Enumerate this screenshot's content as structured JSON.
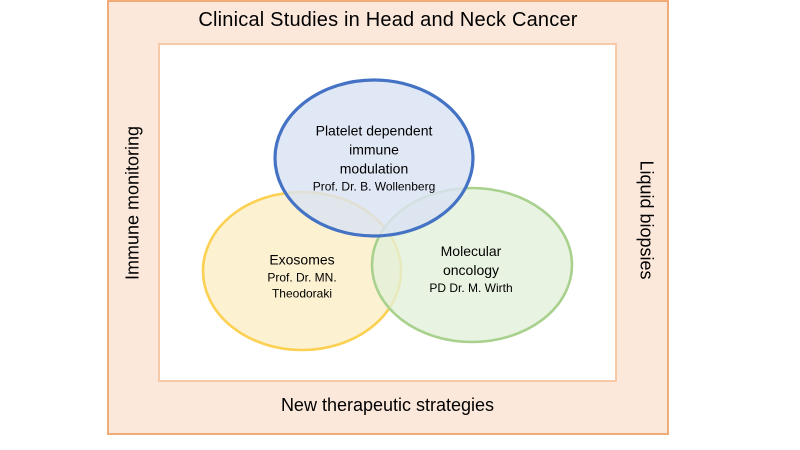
{
  "slide": {
    "title": "Clinical Studies in Head and Neck Cancer",
    "frame_fill": "#fbe8db",
    "frame_border": "#f1ab77",
    "inner_border": "#f7c9a6"
  },
  "axis_labels": {
    "left": "Immune monitoring",
    "right": "Liquid biopsies",
    "bottom": "New therapeutic strategies"
  },
  "ellipses": [
    {
      "key": "platelet-immune-modulation",
      "label_lines": [
        "Platelet dependent",
        "immune",
        "modulation"
      ],
      "leader_lines": [
        "Prof. Dr. B. Wollenberg"
      ],
      "fill": "#dae3f3",
      "stroke": "#4472c4"
    },
    {
      "key": "exosomes",
      "label_lines": [
        "Exosomes"
      ],
      "leader_lines": [
        "Prof. Dr. MN.",
        "Theodoraki"
      ],
      "fill": "#fcf1d1",
      "stroke": "#fcd050"
    },
    {
      "key": "molecular-oncology",
      "label_lines": [
        "Molecular",
        "oncology"
      ],
      "leader_lines": [
        "PD Dr. M. Wirth"
      ],
      "fill": "#e2f0d9",
      "stroke": "#a9d18e"
    }
  ]
}
